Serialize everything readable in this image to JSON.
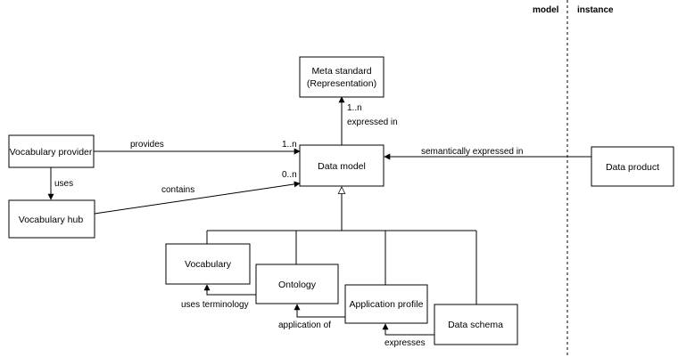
{
  "sections": {
    "model": "model",
    "instance": "instance"
  },
  "nodes": {
    "meta_standard": {
      "line1": "Meta standard",
      "line2": "(Representation)"
    },
    "data_model": "Data model",
    "vocabulary_provider": "Vocabulary provider",
    "vocabulary_hub": "Vocabulary hub",
    "data_product": "Data product",
    "vocabulary": "Vocabulary",
    "ontology": "Ontology",
    "application_profile": "Application profile",
    "data_schema": "Data schema"
  },
  "edges": {
    "expressed_in": {
      "label": "expressed in",
      "multiplicity": "1..n"
    },
    "provides": {
      "label": "provides",
      "multiplicity": "1..n"
    },
    "contains": {
      "label": "contains",
      "multiplicity": "0..n"
    },
    "uses": {
      "label": "uses"
    },
    "semantically_expressed_in": {
      "label": "semantically expressed in"
    },
    "uses_terminology": {
      "label": "uses terminology"
    },
    "application_of": {
      "label": "application of"
    },
    "expresses": {
      "label": "expresses"
    }
  }
}
